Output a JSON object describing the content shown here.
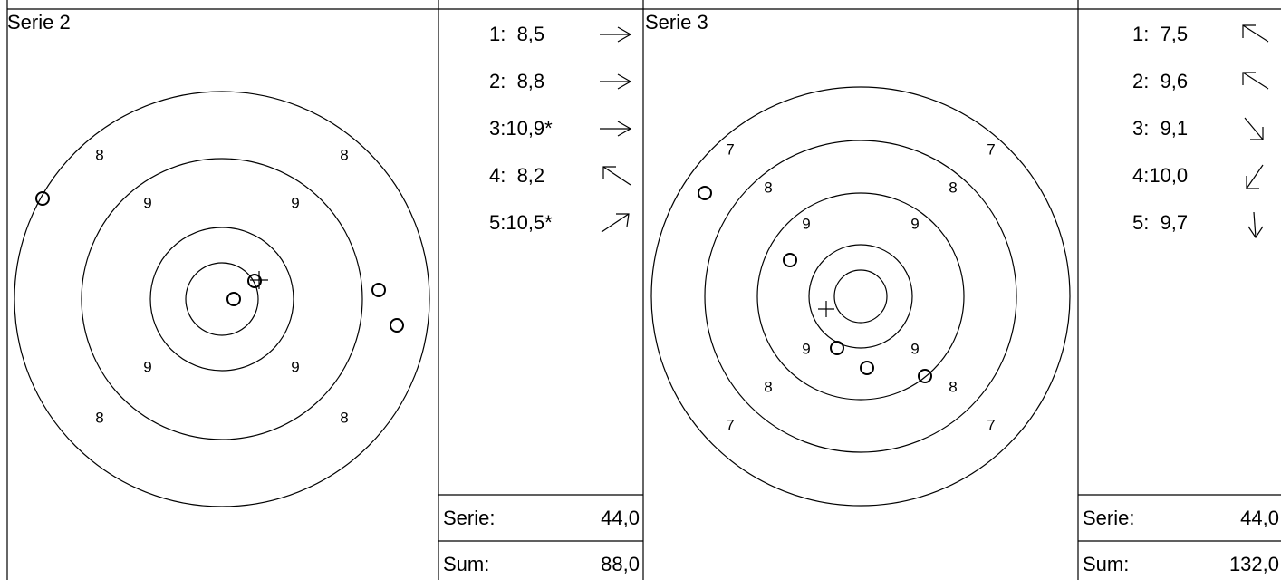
{
  "panels": [
    {
      "title": "Serie 2",
      "ring_numbers": [
        "8",
        "9"
      ],
      "shots": [
        {
          "label": "1:  8,5",
          "arrow": "right-arrow-icon"
        },
        {
          "label": "2:  8,8",
          "arrow": "right-arrow-icon"
        },
        {
          "label": "3:10,9*",
          "arrow": "right-arrow-icon"
        },
        {
          "label": "4:  8,2",
          "arrow": "up-left-arrow-icon"
        },
        {
          "label": "5:10,5*",
          "arrow": "up-right-arrow-icon"
        }
      ],
      "serie_label": "Serie:",
      "serie_value": "44,0",
      "sum_label": "Sum:",
      "sum_value": "88,0"
    },
    {
      "title": "Serie 3",
      "ring_numbers": [
        "7",
        "8",
        "9"
      ],
      "shots": [
        {
          "label": "1:  7,5",
          "arrow": "up-left-arrow-icon"
        },
        {
          "label": "2:  9,6",
          "arrow": "up-left-arrow-icon"
        },
        {
          "label": "3:  9,1",
          "arrow": "down-right-arrow-icon"
        },
        {
          "label": "4:10,0",
          "arrow": "down-left-arrow-icon"
        },
        {
          "label": "5:  9,7",
          "arrow": "down-arrow-icon"
        }
      ],
      "serie_label": "Serie:",
      "serie_value": "44,0",
      "sum_label": "Sum:",
      "sum_value": "132,0"
    }
  ]
}
